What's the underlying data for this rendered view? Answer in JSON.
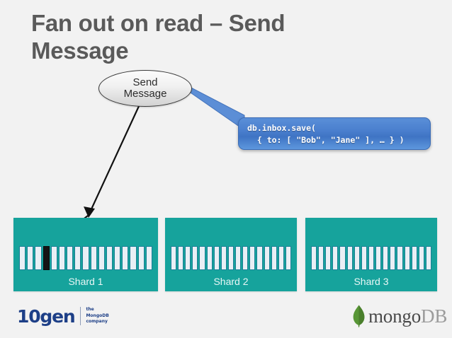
{
  "slide": {
    "title": "Fan out on read – Send\nMessage",
    "background_color": "#f2f2f2",
    "title_color": "#5a5a5a"
  },
  "callout": {
    "name": "send-message-callout",
    "line1": "Send",
    "line2": "Message"
  },
  "code_balloon": {
    "accent_color": "#4a7fce",
    "line1": "db.inbox.save(",
    "line2": "  { to: [ \"Bob\", \"Jane\" ], … } )"
  },
  "shards": {
    "accent_color": "#16a39c",
    "chunk_color": "#e9eff5",
    "highlight_color": "#151515",
    "items": [
      {
        "label": "Shard 1",
        "chunk_count": 17,
        "highlighted_chunk_index": 3
      },
      {
        "label": "Shard 2",
        "chunk_count": 17,
        "highlighted_chunk_index": -1
      },
      {
        "label": "Shard 3",
        "chunk_count": 17,
        "highlighted_chunk_index": -1
      }
    ]
  },
  "footer": {
    "tengen": {
      "wordmark": "10gen",
      "tagline_line1": "the",
      "tagline_line2": "MongoDB",
      "tagline_line3": "company",
      "color": "#1d3f87"
    },
    "mongodb": {
      "word_part1": "mongo",
      "word_part2": "DB",
      "leaf_color": "#589636",
      "part1_color": "#494949",
      "part2_color": "#9c9c9c"
    }
  }
}
